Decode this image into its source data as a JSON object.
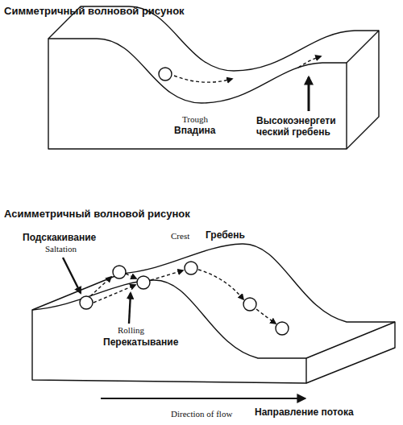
{
  "diagram": {
    "labels": [
      "Симметричный волновой рисунок",
      "Trough",
      "Впадина",
      "Высокоэнергети ческий гребень",
      "Асимметричный волновой рисунок",
      "Подскакивание",
      "Saltation",
      "Crest",
      "Гребень",
      "Rolling",
      "Перекатывание",
      "Direction of flow",
      "Направление потока"
    ]
  }
}
